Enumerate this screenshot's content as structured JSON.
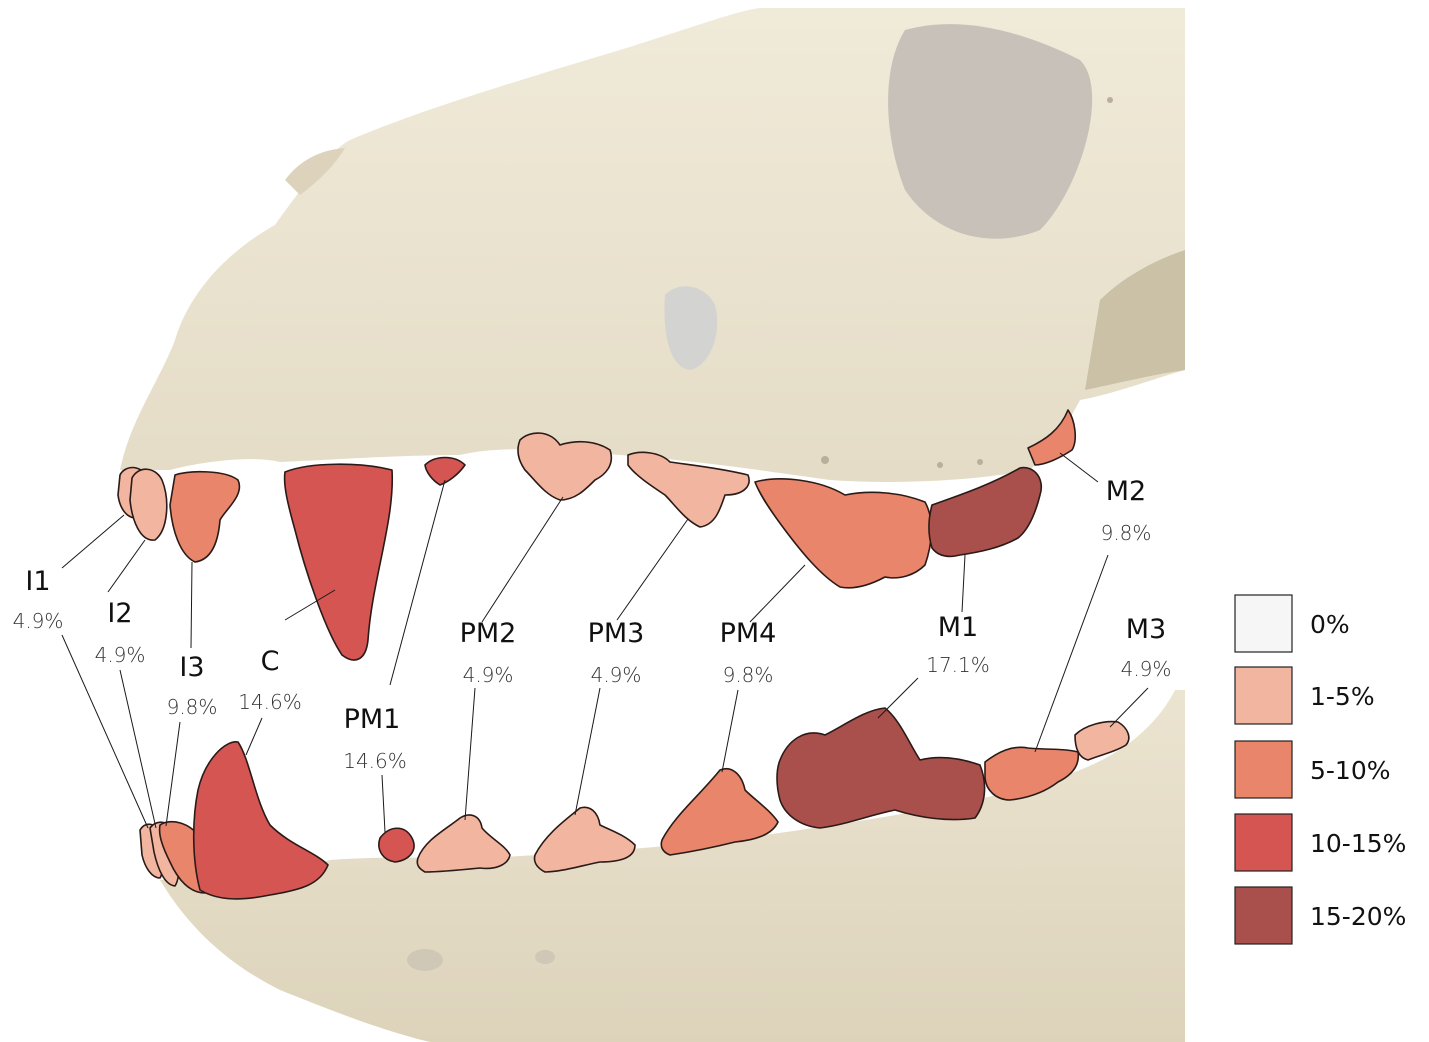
{
  "teeth": [
    {
      "id": "I1",
      "name": "I1",
      "percent": "4.9%",
      "category": "1-5%"
    },
    {
      "id": "I2",
      "name": "I2",
      "percent": "4.9%",
      "category": "1-5%"
    },
    {
      "id": "I3",
      "name": "I3",
      "percent": "9.8%",
      "category": "5-10%"
    },
    {
      "id": "C",
      "name": "C",
      "percent": "14.6%",
      "category": "10-15%"
    },
    {
      "id": "PM1",
      "name": "PM1",
      "percent": "14.6%",
      "category": "10-15%"
    },
    {
      "id": "PM2",
      "name": "PM2",
      "percent": "4.9%",
      "category": "1-5%"
    },
    {
      "id": "PM3",
      "name": "PM3",
      "percent": "4.9%",
      "category": "1-5%"
    },
    {
      "id": "PM4",
      "name": "PM4",
      "percent": "9.8%",
      "category": "5-10%"
    },
    {
      "id": "M1",
      "name": "M1",
      "percent": "17.1%",
      "category": "15-20%"
    },
    {
      "id": "M2",
      "name": "M2",
      "percent": "9.8%",
      "category": "5-10%"
    },
    {
      "id": "M3",
      "name": "M3",
      "percent": "4.9%",
      "category": "1-5%"
    }
  ],
  "legend": [
    {
      "label": "0%",
      "color": "#f6f6f6"
    },
    {
      "label": "1-5%",
      "color": "#f2b6a0"
    },
    {
      "label": "5-10%",
      "color": "#e8856a"
    },
    {
      "label": "10-15%",
      "color": "#d45552"
    },
    {
      "label": "15-20%",
      "color": "#a9504c"
    }
  ],
  "colors": {
    "bone": "#ede6d3",
    "bone_shadow": "#d9cfb8",
    "orbit": "#c9c2bb",
    "background": "#ffffff"
  }
}
